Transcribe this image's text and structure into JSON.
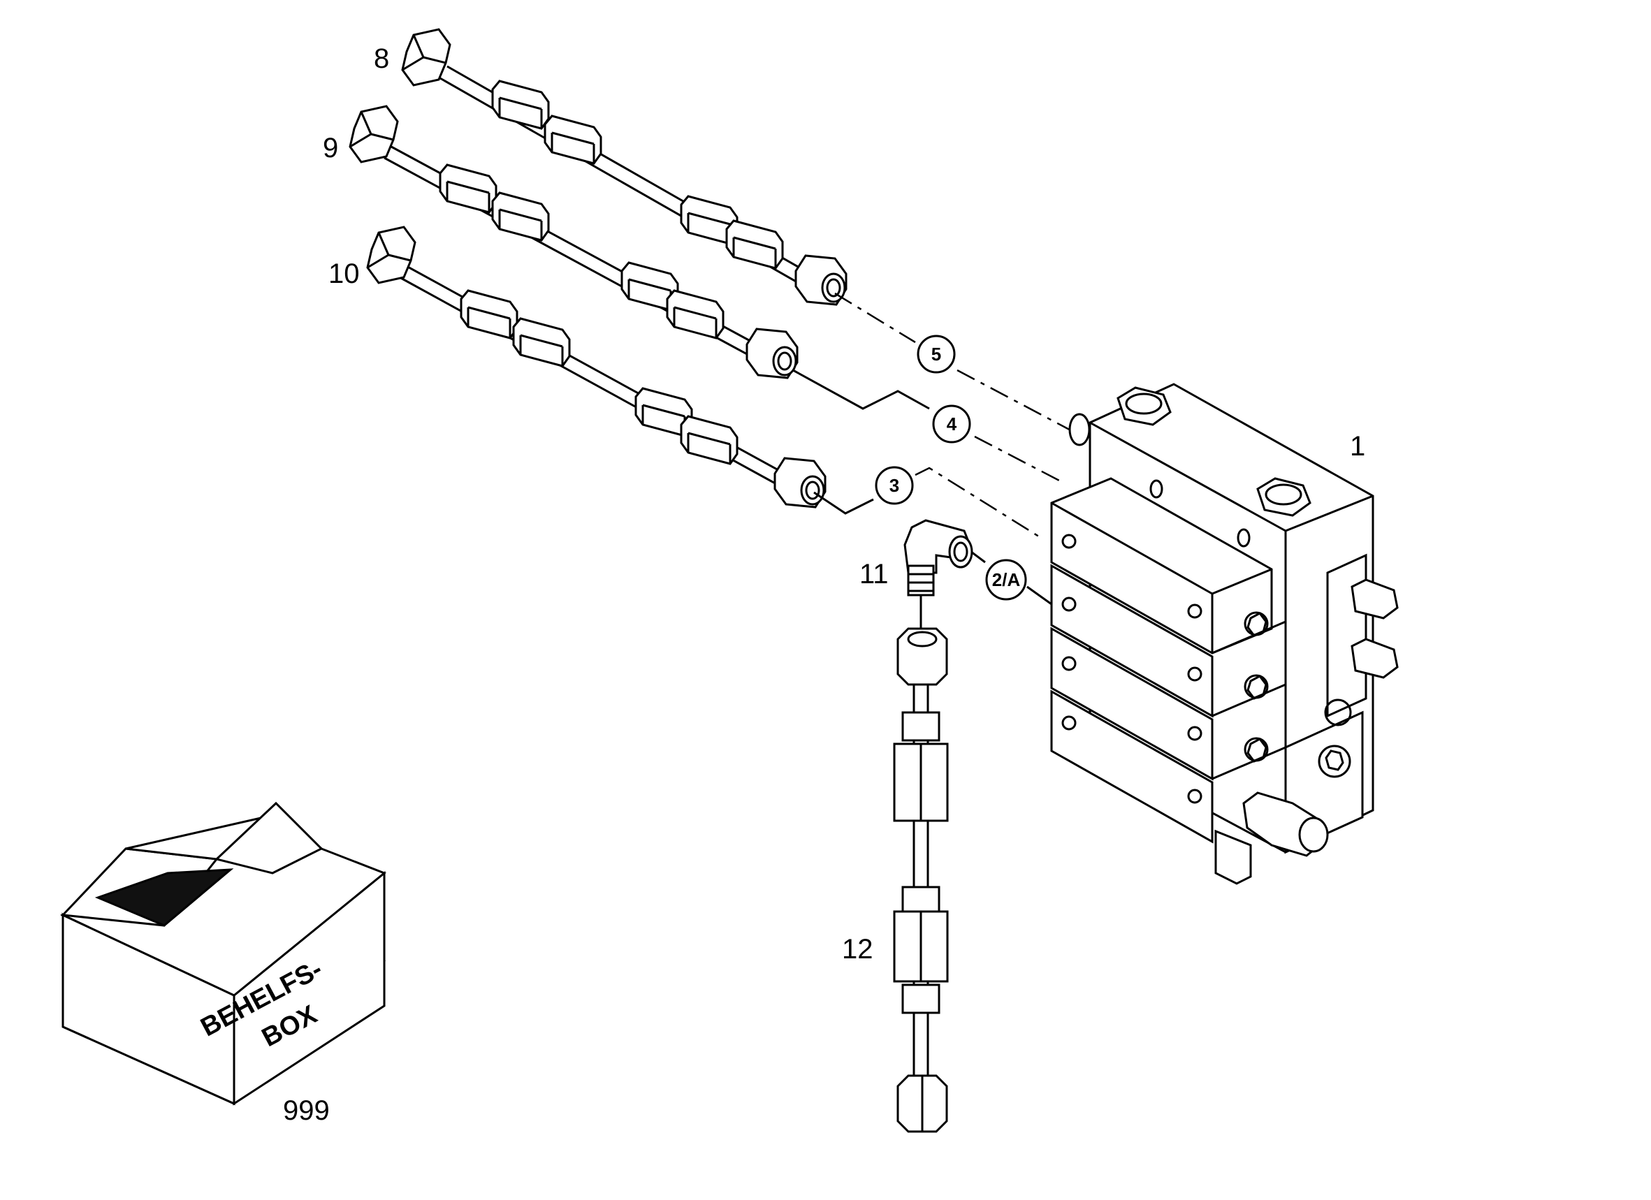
{
  "diagram": {
    "part_labels": {
      "p1": "1",
      "p8": "8",
      "p9": "9",
      "p10": "10",
      "p11": "11",
      "p12": "12",
      "p999": "999"
    },
    "callouts": {
      "c5": "5",
      "c4": "4",
      "c3": "3",
      "c2a": "2/A"
    },
    "box_text": {
      "line1": "BEHELFS-",
      "line2": "BOX"
    }
  }
}
